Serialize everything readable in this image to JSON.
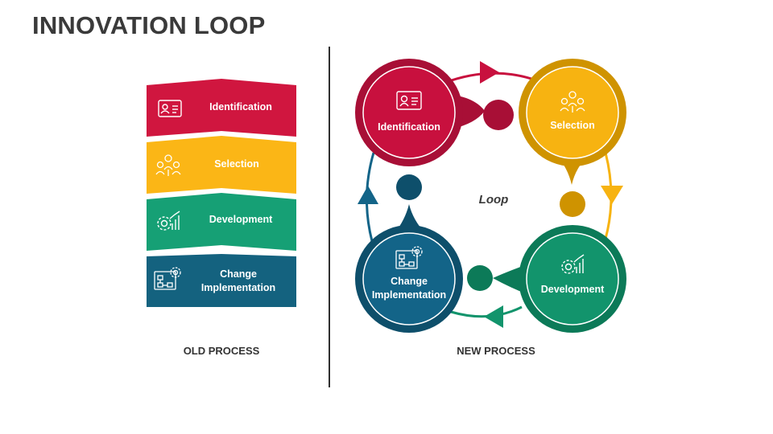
{
  "title": "INNOVATION LOOP",
  "old_process": {
    "label": "OLD PROCESS",
    "steps": [
      {
        "label": "Identification",
        "color": "#d0163f",
        "icon": "id-card-icon"
      },
      {
        "label": "Selection",
        "color": "#fbb616",
        "icon": "people-selection-icon"
      },
      {
        "label": "Development",
        "color": "#16a075",
        "icon": "gear-chart-icon"
      },
      {
        "label": "Change",
        "label2": "Implementation",
        "color": "#14627f",
        "icon": "blueprint-gear-icon"
      }
    ]
  },
  "new_process": {
    "label": "NEW PROCESS",
    "center_label": "Loop",
    "nodes": [
      {
        "label": "Identification",
        "color": "#c8103e",
        "ring": "#a80f36",
        "icon": "id-card-icon"
      },
      {
        "label": "Selection",
        "color": "#f7b311",
        "ring": "#cf9300",
        "icon": "people-selection-icon"
      },
      {
        "label": "Development",
        "color": "#12946c",
        "ring": "#0c7a58",
        "icon": "gear-chart-icon"
      },
      {
        "label": "Change",
        "label2": "Implementation",
        "color": "#136488",
        "ring": "#0e4f6b",
        "icon": "blueprint-gear-icon"
      }
    ]
  }
}
